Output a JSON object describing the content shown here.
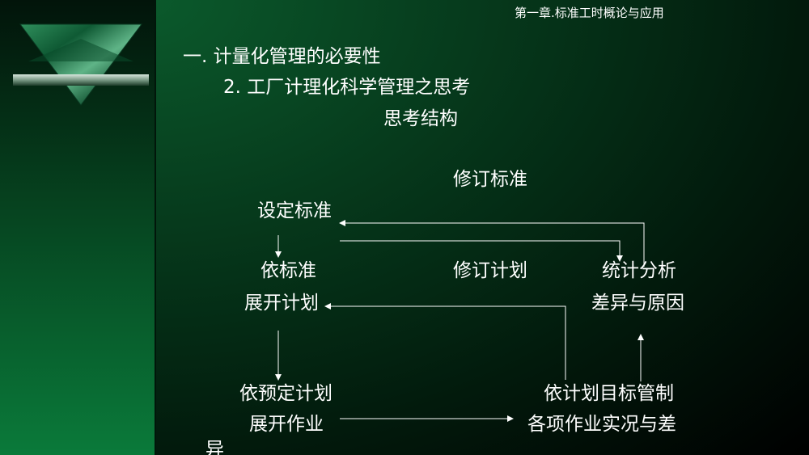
{
  "header": {
    "chapter_title": "第一章.标准工时概论与应用"
  },
  "outline": {
    "heading_1": "一.  计量化管理的必要性",
    "heading_2": "2.  工厂计理化科学管理之思考",
    "subtitle": "思考结构"
  },
  "diagram": {
    "revise_standard": "修订标准",
    "set_standard": "设定标准",
    "by_standard": "依标准",
    "develop_plan": "展开计划",
    "revise_plan": "修订计划",
    "statistical_analysis": "统计分析",
    "variance_and_cause": "差异与原因",
    "by_scheduled_plan": "依预定计划",
    "develop_work": "展开作业",
    "by_plan_target_control": "依计划目标管制",
    "work_status_and_variance": "各项作业实况与差",
    "variance_continued": "异"
  }
}
